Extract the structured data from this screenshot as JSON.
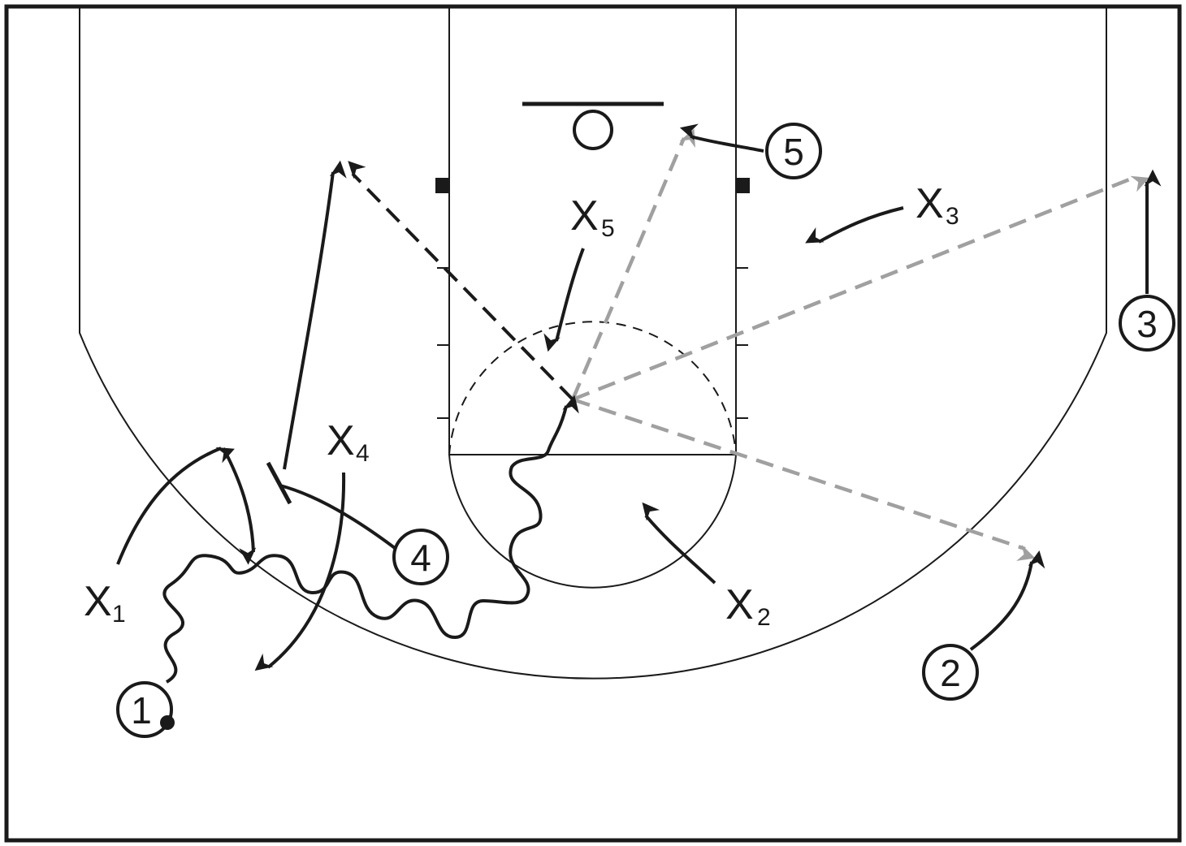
{
  "diagram": {
    "type": "basketball half-court play diagram",
    "offense": [
      {
        "id": "1",
        "label": "1",
        "has_ball": true
      },
      {
        "id": "2",
        "label": "2"
      },
      {
        "id": "3",
        "label": "3"
      },
      {
        "id": "4",
        "label": "4"
      },
      {
        "id": "5",
        "label": "5"
      }
    ],
    "defense": [
      {
        "id": "x1",
        "letter": "X",
        "sub": "1"
      },
      {
        "id": "x2",
        "letter": "X",
        "sub": "2"
      },
      {
        "id": "x3",
        "letter": "X",
        "sub": "3"
      },
      {
        "id": "x4",
        "letter": "X",
        "sub": "4"
      },
      {
        "id": "x5",
        "letter": "X",
        "sub": "5"
      }
    ],
    "colors": {
      "line": "#1a1a1a",
      "pass_option": "#a0a0a0",
      "background": "#ffffff"
    }
  }
}
